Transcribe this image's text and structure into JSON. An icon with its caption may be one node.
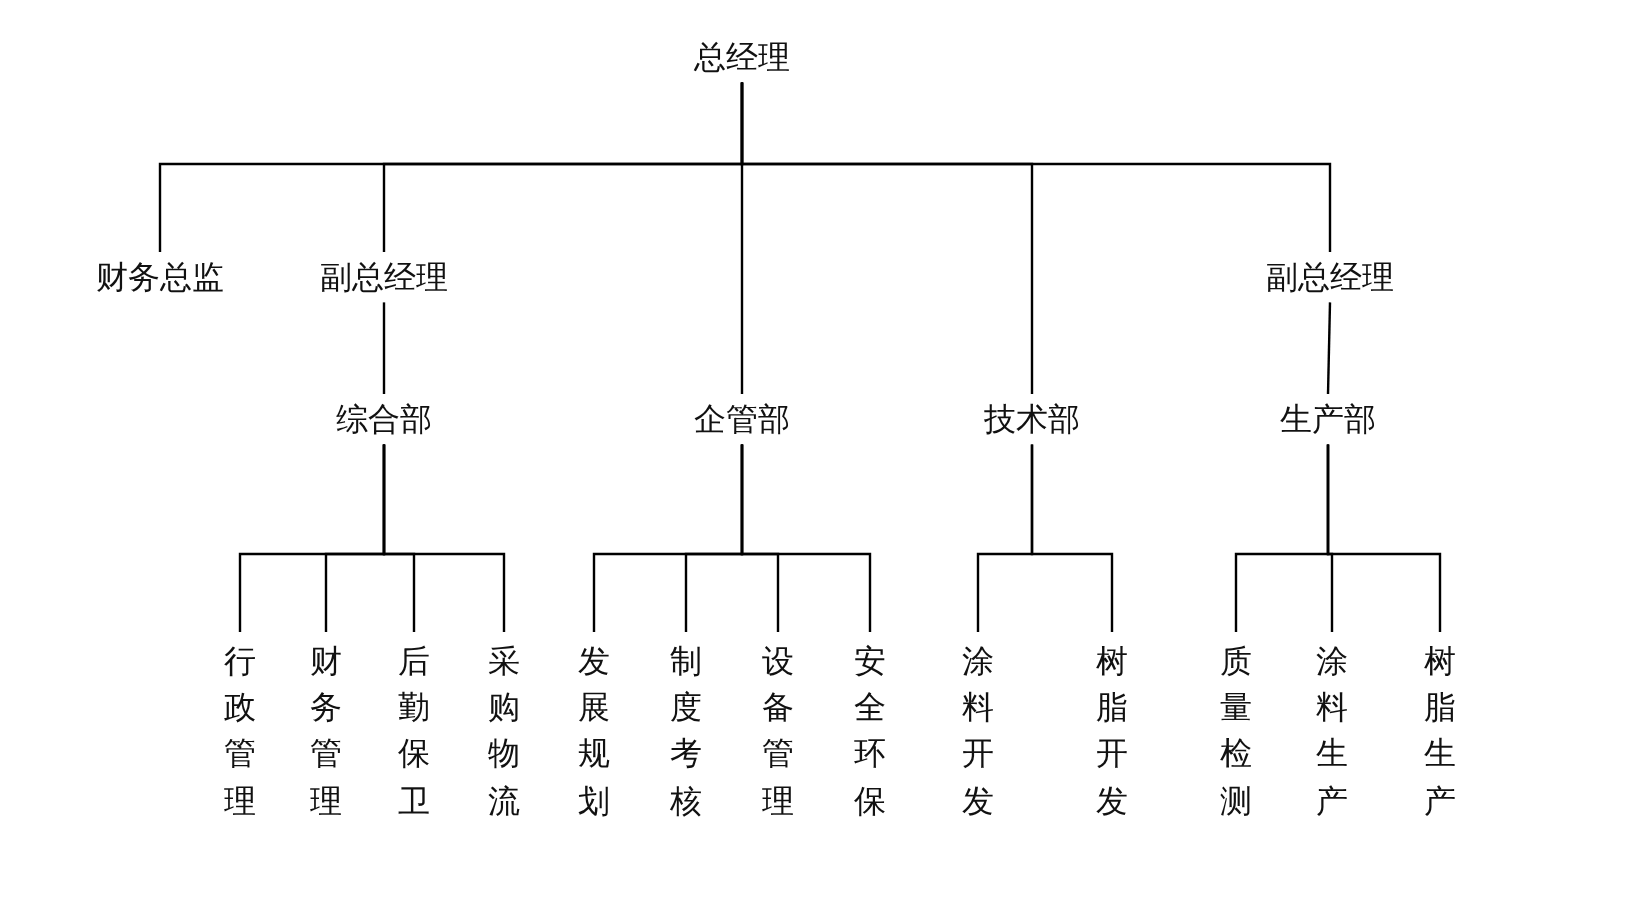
{
  "diagram": {
    "nodes": [
      {
        "text": [
          "总经理"
        ]
      },
      {
        "text": [
          "财务总监"
        ]
      },
      {
        "text": [
          "副总经理"
        ]
      },
      {
        "text": [
          "副总经理"
        ]
      },
      {
        "text": [
          "综合部"
        ]
      },
      {
        "text": [
          "企管部"
        ]
      },
      {
        "text": [
          "技术部"
        ]
      },
      {
        "text": [
          "生产部"
        ]
      },
      {
        "text": [
          "行政管理"
        ]
      },
      {
        "text": [
          "财务管理"
        ]
      },
      {
        "text": [
          "后勤保卫"
        ]
      },
      {
        "text": [
          "采购物流"
        ]
      },
      {
        "text": [
          "发展规划"
        ]
      },
      {
        "text": [
          "制度考核"
        ]
      },
      {
        "text": [
          "设备管理"
        ]
      },
      {
        "text": [
          "安全环保"
        ]
      },
      {
        "text": [
          "涂料开发"
        ]
      },
      {
        "text": [
          "树脂开发"
        ]
      },
      {
        "text": [
          "质量检测"
        ]
      },
      {
        "text": [
          "涂料生产"
        ]
      },
      {
        "text": [
          "树脂生产"
        ]
      }
    ],
    "edges": [
      {
        "from": 0,
        "to": 1,
        "arrow": "none"
      },
      {
        "from": 0,
        "to": 2,
        "arrow": "none"
      },
      {
        "from": 0,
        "to": 5,
        "arrow": "none"
      },
      {
        "from": 0,
        "to": 6,
        "arrow": "none"
      },
      {
        "from": 0,
        "to": 3,
        "arrow": "none"
      },
      {
        "from": 2,
        "to": 4,
        "arrow": "none"
      },
      {
        "from": 3,
        "to": 7,
        "arrow": "none"
      },
      {
        "from": 4,
        "to": 8,
        "arrow": "none"
      },
      {
        "from": 4,
        "to": 9,
        "arrow": "none"
      },
      {
        "from": 4,
        "to": 10,
        "arrow": "none"
      },
      {
        "from": 4,
        "to": 11,
        "arrow": "none"
      },
      {
        "from": 5,
        "to": 12,
        "arrow": "none"
      },
      {
        "from": 5,
        "to": 13,
        "arrow": "none"
      },
      {
        "from": 5,
        "to": 14,
        "arrow": "none"
      },
      {
        "from": 5,
        "to": 15,
        "arrow": "none"
      },
      {
        "from": 6,
        "to": 16,
        "arrow": "none"
      },
      {
        "from": 6,
        "to": 17,
        "arrow": "none"
      },
      {
        "from": 7,
        "to": 18,
        "arrow": "none"
      },
      {
        "from": 7,
        "to": 19,
        "arrow": "none"
      },
      {
        "from": 7,
        "to": 20,
        "arrow": "none"
      }
    ]
  }
}
